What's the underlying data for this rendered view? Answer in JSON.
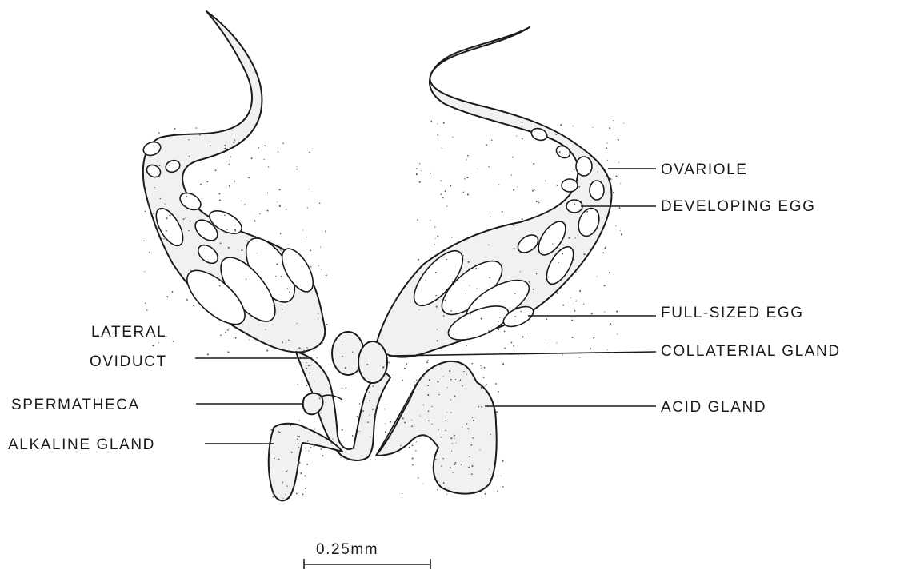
{
  "figure": {
    "labels": {
      "ovariole": "OVARIOLE",
      "developing_egg": "DEVELOPING EGG",
      "full_sized_egg": "FULL-SIZED EGG",
      "collaterial_gland": "COLLATERIAL GLAND",
      "acid_gland": "ACID GLAND",
      "lateral_oviduct_line1": "LATERAL",
      "lateral_oviduct_line2": "OVIDUCT",
      "spermatheca": "SPERMATHECA",
      "alkaline_gland": "ALKALINE GLAND"
    },
    "scale_bar": {
      "label": "0.25mm"
    }
  },
  "colors": {
    "ink": "#1a1a1a",
    "organ_fill": "#f1f1f1",
    "background": "#ffffff"
  }
}
